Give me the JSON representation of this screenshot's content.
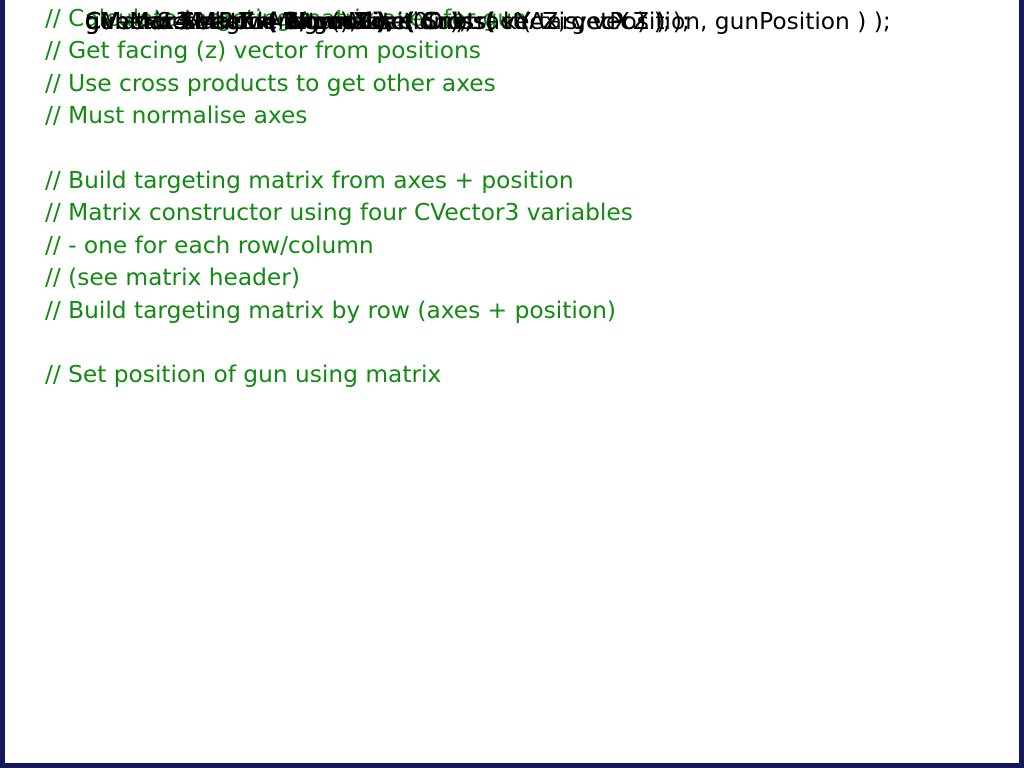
{
  "colors": {
    "comment": "#138a13",
    "code": "#000000",
    "frame": "#14185a",
    "background": "#ffffff"
  },
  "lines": [
    {
      "text": "// Calculate targeting matrix axes for gun",
      "kind": "comment"
    },
    {
      "text": "// Get facing (z) vector from positions",
      "kind": "comment"
    },
    {
      "text": "CVector3 vecZ = Normalise( Subtract( targetPosition, gunPosition ) );",
      "kind": "code"
    },
    {
      "text": "// Use cross products to get other axes",
      "kind": "comment"
    },
    {
      "text": "// Must normalise axes",
      "kind": "comment"
    },
    {
      "text": "CVector3 vecX = Normalise( Cross( kYAxis, vecZ ) );",
      "kind": "code"
    },
    {
      "text": "CVector3 vecY = Normalise( Cross( vecZ, vecX ) );",
      "kind": "code"
    },
    {
      "text": "",
      "kind": "blank"
    },
    {
      "text": "// Build targeting matrix from axes + position",
      "kind": "comment"
    },
    {
      "text": "// Matrix constructor using four CVector3 variables",
      "kind": "comment"
    },
    {
      "text": "// - one for each row/column",
      "kind": "comment"
    },
    {
      "text": "// (see matrix header)",
      "kind": "comment"
    },
    {
      "text": "// Build targeting matrix by row (axes + position)",
      "kind": "comment"
    },
    {
      "text": "CMatrix4x4 gunMat;",
      "kind": "code"
    },
    {
      "text": "gunMat.MakeIdentity();",
      "kind": "code"
    },
    {
      "text": "gunMat.SetRow( 0, vecX );",
      "kind": "code"
    },
    {
      "text": "gunMat.SetRow( 1, vecY );",
      "kind": "code"
    },
    {
      "text": "gunMat.SetRow( 2, vecZ );",
      "kind": "code"
    },
    {
      "text": "gunMat.SetRow( 3, gunPosition );",
      "kind": "code"
    },
    {
      "text": "",
      "kind": "blank"
    },
    {
      "text": "// Set position of gun using matrix",
      "kind": "comment"
    },
    {
      "text": "gun->SetMatrix( &gunMat.e00 );",
      "kind": "code"
    }
  ]
}
